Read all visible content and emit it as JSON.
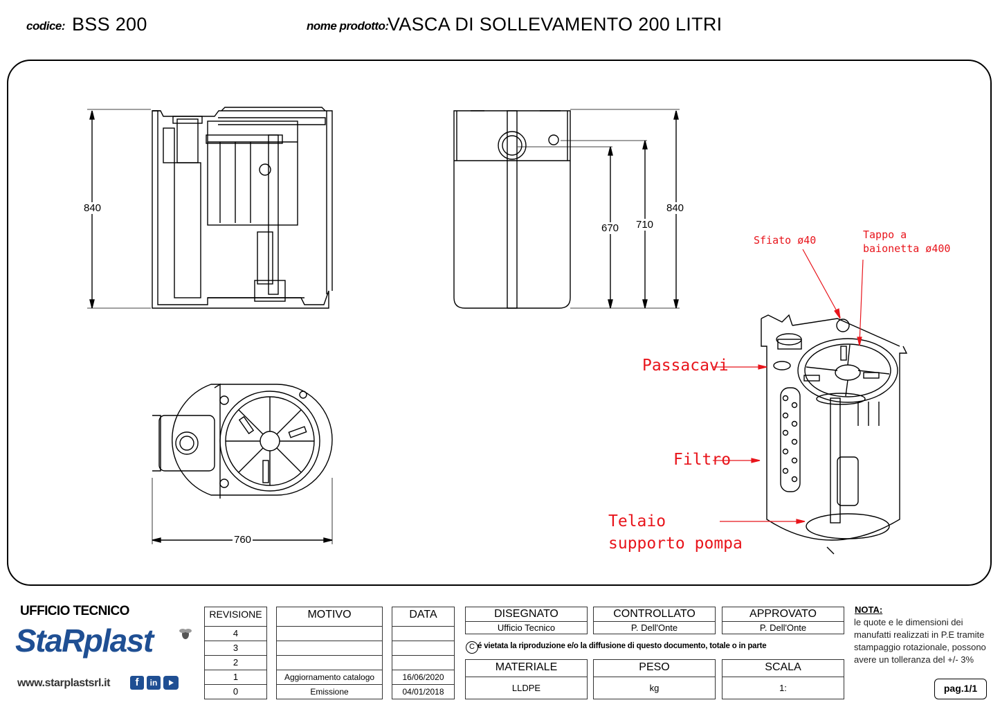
{
  "header": {
    "code_label": "codice:",
    "code_value": "BSS 200",
    "product_label": "nome prodotto:",
    "product_value": "VASCA DI SOLLEVAMENTO 200 LITRI"
  },
  "dimensions": {
    "side_height": "840",
    "front_h1": "670",
    "front_h2": "710",
    "front_h3": "840",
    "top_width": "760"
  },
  "callouts": {
    "sfiato": "Sfiato ø40",
    "tappo_line1": "Tappo a",
    "tappo_line2": "baionetta ø400",
    "passacavi": "Passacavi",
    "filtro": "Filtro",
    "telaio_line1": "Telaio",
    "telaio_line2": "supporto pompa"
  },
  "colors": {
    "callout": "#e8141b",
    "brand_blue": "#1f4f93"
  },
  "footer": {
    "office": "UFFICIO TECNICO",
    "brand": "StaRplast",
    "website": "www.starplastsrl.it",
    "social_icons": [
      "facebook-icon",
      "linkedin-icon",
      "youtube-icon"
    ],
    "revision_header": "REVISIONE",
    "motivo_header": "MOTIVO",
    "data_header": "DATA",
    "revisions": [
      {
        "rev": "4",
        "motivo": "",
        "data": ""
      },
      {
        "rev": "3",
        "motivo": "",
        "data": ""
      },
      {
        "rev": "2",
        "motivo": "",
        "data": ""
      },
      {
        "rev": "1",
        "motivo": "Aggiornamento catalogo",
        "data": "16/06/2020"
      },
      {
        "rev": "0",
        "motivo": "Emissione",
        "data": "04/01/2018"
      }
    ],
    "disegnato_label": "DISEGNATO",
    "disegnato_value": "Ufficio Tecnico",
    "controllato_label": "CONTROLLATO",
    "controllato_value": "P. Dell'Onte",
    "approvato_label": "APPROVATO",
    "approvato_value": "P. Dell'Onte",
    "copyright": "é vietata la riproduzione e/o la diffusione di questo documento, totale o in parte",
    "materiale_label": "MATERIALE",
    "materiale_value": "LLDPE",
    "peso_label": "PESO",
    "peso_value": "kg",
    "scala_label": "SCALA",
    "scala_value": "1:",
    "nota_title": "NOTA:",
    "nota_lines": [
      "le quote e le dimensioni dei",
      "manufatti realizzati in P.E tramite",
      "stampaggio rotazionale, possono",
      "avere un tolleranza del +/- 3%"
    ],
    "page": "pag.1/1"
  }
}
